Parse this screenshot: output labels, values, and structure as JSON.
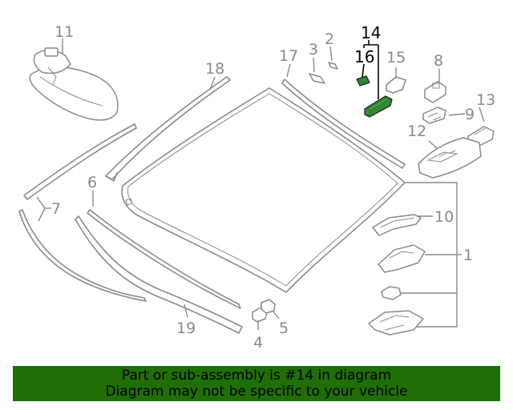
{
  "highlight_color": "#2e8b2e",
  "banner_color": "#1f6e06",
  "labels": {
    "p1": "1",
    "p2": "2",
    "p3": "3",
    "p4": "4",
    "p5": "5",
    "p6": "6",
    "p7": "7",
    "p8": "8",
    "p9": "9",
    "p10": "10",
    "p11": "11",
    "p12": "12",
    "p13": "13",
    "p14": "14",
    "p15": "15",
    "p16": "16",
    "p17": "17",
    "p18": "18",
    "p19": "19"
  },
  "banner": {
    "line1": "Part or sub-assembly is #14 in diagram",
    "line2": "Diagram may not be specific to your vehicle"
  }
}
